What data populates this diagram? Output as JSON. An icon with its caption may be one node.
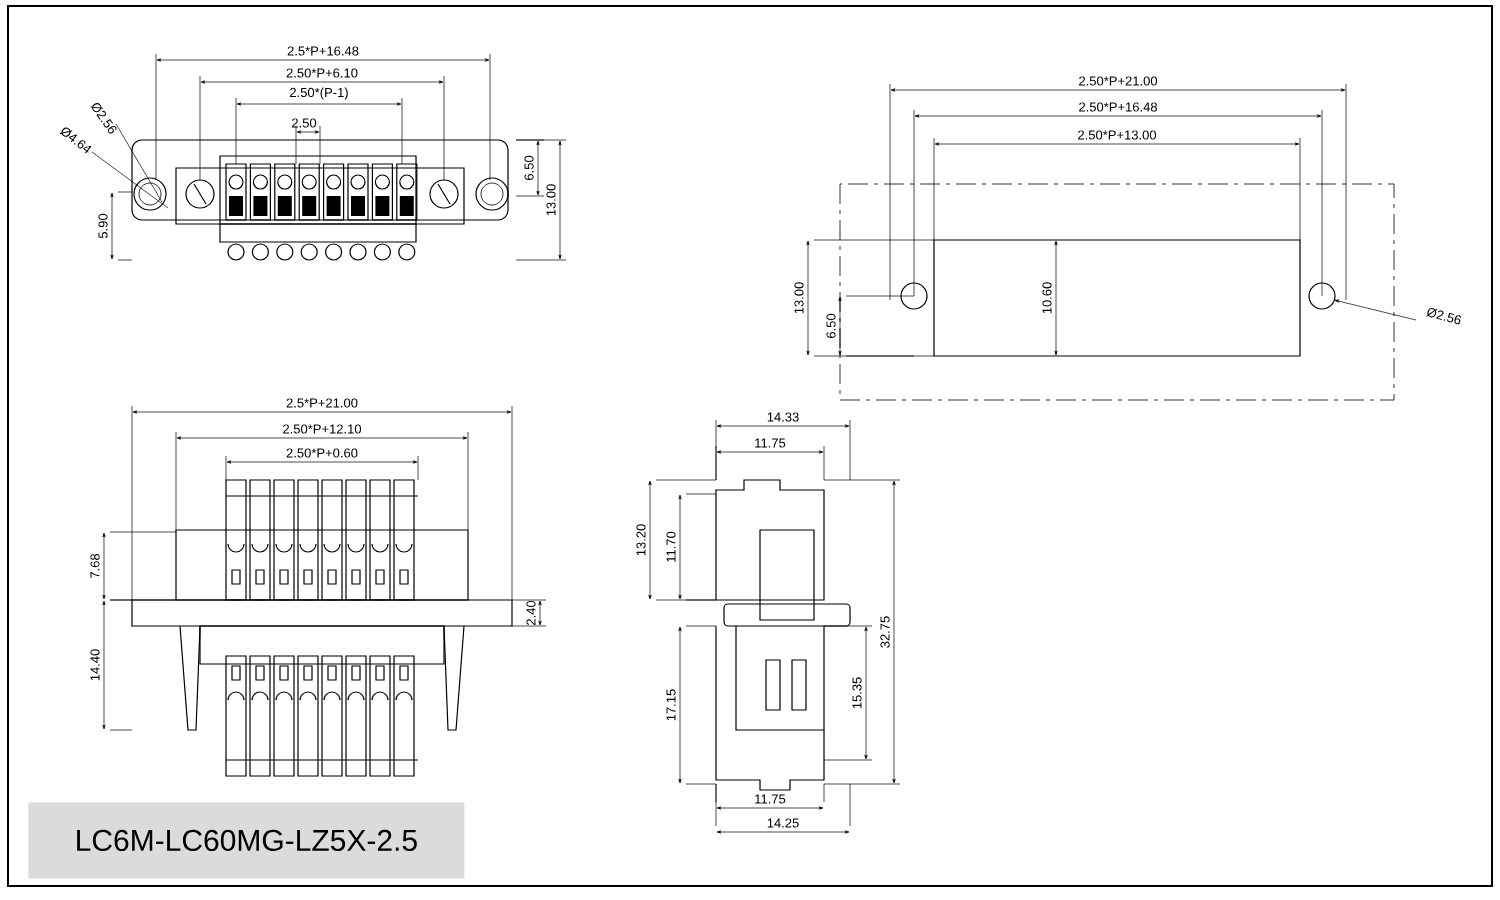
{
  "diagram": {
    "nodes": [
      {
        "text": [
          "LC6M-LC60MG-LZ5X-2.5"
        ]
      }
    ],
    "labels": [
      "2.5*P+16.48",
      "2.50*P+6.10",
      "2.50*(P-1)",
      "2.50",
      "Ø2.56",
      "Ø4.64",
      "6.50",
      "13.00",
      "5.90",
      "2.50*P+21.00",
      "2.50*P+16.48",
      "2.50*P+13.00",
      "13.00",
      "6.50",
      "10.60",
      "Ø2.56",
      "2.5*P+21.00",
      "2.50*P+12.10",
      "2.50*P+0.60",
      "7.68",
      "14.40",
      "2.40",
      "14.33",
      "11.75",
      "13.20",
      "11.70",
      "32.75",
      "17.15",
      "15.35",
      "11.75",
      "14.25"
    ]
  }
}
